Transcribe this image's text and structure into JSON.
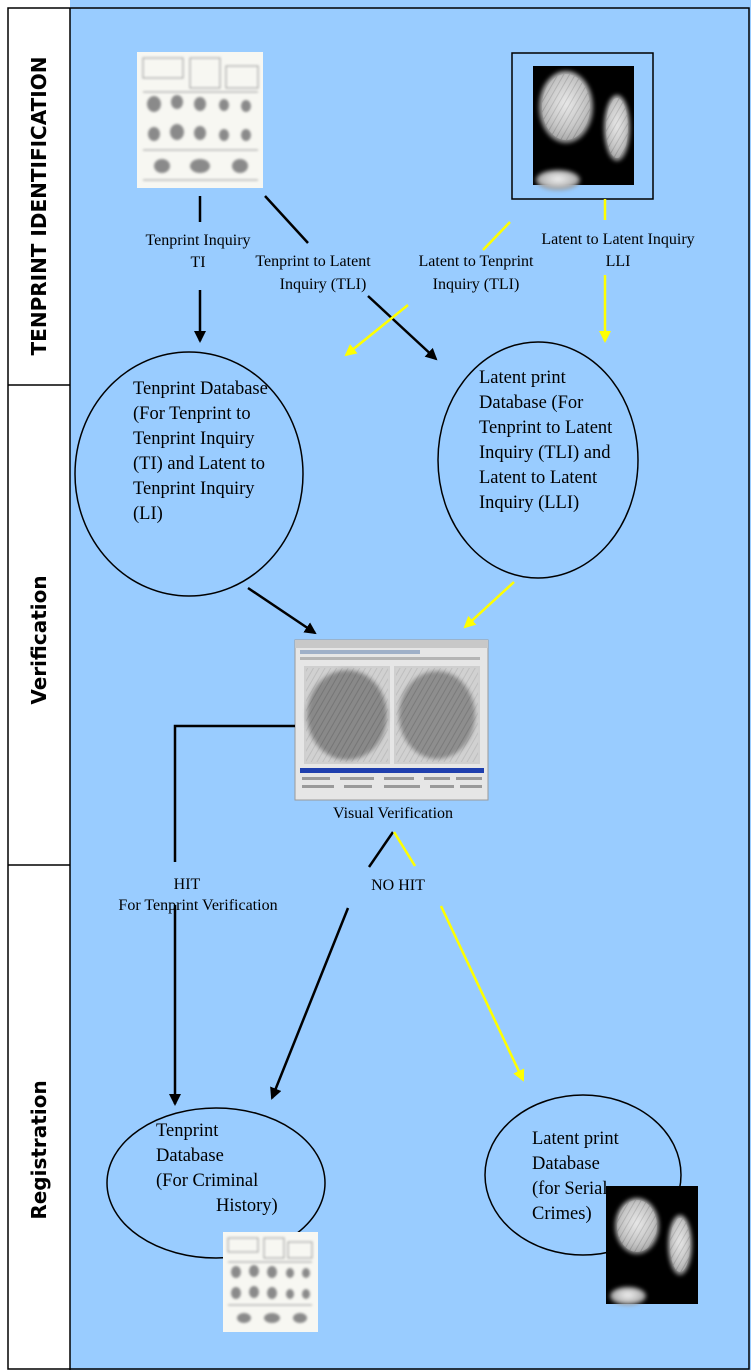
{
  "colors": {
    "background": "#99ccff",
    "sidebar": "#ffffff",
    "border": "#000000",
    "black_arrow": "#000000",
    "yellow_arrow": "#ffff00",
    "ellipse_fill": "#99ccff"
  },
  "lanes": {
    "tenprint_identification": "TENPRINT IDENTIFICATION",
    "verification": "Verification",
    "registration": "Registration"
  },
  "edges": {
    "tenprint_inquiry": [
      "Tenprint Inquiry",
      "TI"
    ],
    "tenprint_to_latent": [
      "Tenprint to Latent",
      "Inquiry (TLI)"
    ],
    "latent_to_tenprint": [
      "Latent to Tenprint",
      "Inquiry (TLI)"
    ],
    "latent_to_latent": [
      "Latent to Latent Inquiry",
      "LLI"
    ],
    "hit": [
      "HIT",
      "For Tenprint Verification"
    ],
    "no_hit": "NO HIT"
  },
  "nodes": {
    "tenprint_db": [
      "Tenprint Database",
      "(For Tenprint to",
      "Tenprint Inquiry",
      "(TI) and Latent to",
      "Tenprint Inquiry",
      "(LI)"
    ],
    "latent_db": [
      "Latent print",
      "Database (For",
      "Tenprint to Latent",
      "Inquiry (TLI) and",
      "Latent to Latent",
      "Inquiry (LLI)"
    ],
    "visual_verification": "Visual Verification",
    "tenprint_db_history": [
      "Tenprint",
      "Database",
      "(For Criminal",
      "History)"
    ],
    "latent_db_serial": [
      "Latent print",
      "Database",
      "(for Serial",
      "Crimes)"
    ]
  },
  "images": {
    "tenprint_card": "tenprint-card-image",
    "latent_prints": "latent-fingerprint-image",
    "verification_screen": "fingerprint-comparison-screen"
  }
}
